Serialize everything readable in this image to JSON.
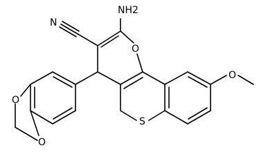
{
  "molecule": {
    "atoms": {
      "amino": "NH2",
      "nitrile_n": "N",
      "ring_o": "O",
      "methoxy_o": "O",
      "thio_s": "S",
      "dioxole_o1": "O",
      "dioxole_o2": "O"
    }
  }
}
